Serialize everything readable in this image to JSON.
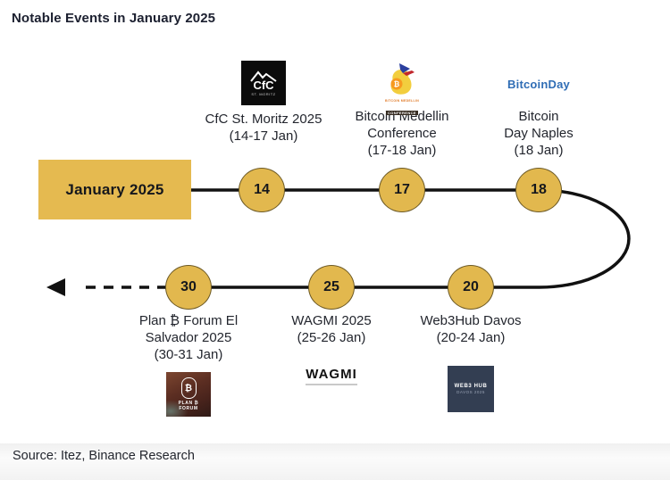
{
  "title": "Notable Events in January 2025",
  "source": "Source: Itez, Binance Research",
  "timeline": {
    "start_label": "January 2025",
    "accent_color": "#E2B84E",
    "line_color": "#111111"
  },
  "events": [
    {
      "day": "14",
      "lines": [
        "CfC St. Moritz 2025",
        "(14-17 Jan)"
      ]
    },
    {
      "day": "17",
      "lines": [
        "Bitcoin Medellin",
        "Conference",
        "(17-18 Jan)"
      ]
    },
    {
      "day": "18",
      "lines": [
        "Bitcoin",
        "Day Naples",
        "(18 Jan)"
      ]
    },
    {
      "day": "30",
      "lines": [
        "Plan ₿ Forum El",
        "Salvador 2025",
        "(30-31 Jan)"
      ]
    },
    {
      "day": "25",
      "lines": [
        "WAGMI 2025",
        "(25-26 Jan)"
      ]
    },
    {
      "day": "20",
      "lines": [
        "Web3Hub Davos",
        "(20-24 Jan)"
      ]
    }
  ],
  "logos": {
    "cfc": {
      "text": "CfC",
      "subtext": "ST. MORITZ"
    },
    "medellin": {
      "symbol": "₿",
      "line1": "BITCOIN MEDELLIN",
      "line2": "CONFERENCE"
    },
    "bitcoinday": {
      "text": "BitcoinDay"
    },
    "planb": {
      "symbol": "₿",
      "line1": "PLAN ₿",
      "line2": "FORUM"
    },
    "wagmi": {
      "text": "WAGMI"
    },
    "web3hub": {
      "line1": "WEB3 HUB",
      "line2": "DAVOS 2025"
    }
  }
}
